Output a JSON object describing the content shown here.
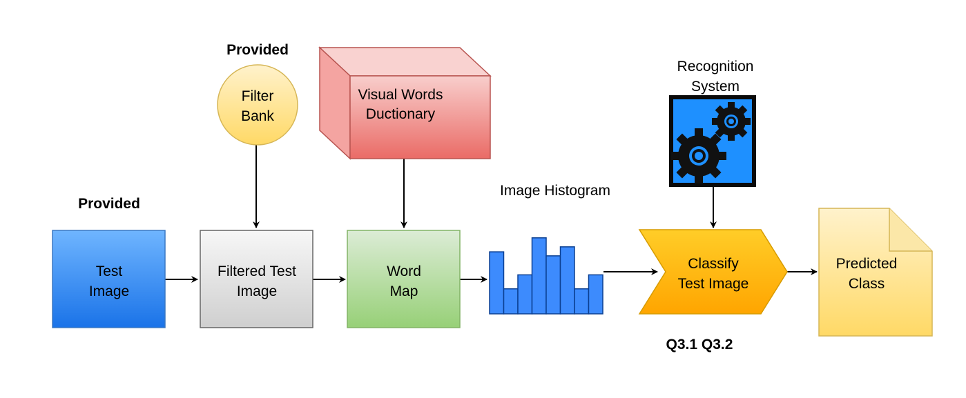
{
  "nodes": {
    "test_image": {
      "line1": "Test",
      "line2": "Image"
    },
    "filter_bank": {
      "line1": "Filter",
      "line2": "Bank"
    },
    "filtered_test_image": {
      "line1": "Filtered Test",
      "line2": "Image"
    },
    "visual_words": {
      "line1": "Visual Words",
      "line2": "Ductionary"
    },
    "word_map": {
      "line1": "Word",
      "line2": "Map"
    },
    "image_histogram": {
      "label": "Image Histogram"
    },
    "recognition_system": {
      "line1": "Recognition",
      "line2": "System"
    },
    "classify": {
      "line1": "Classify",
      "line2": "Test Image"
    },
    "predicted_class": {
      "line1": "Predicted",
      "line2": "Class"
    }
  },
  "annotations": {
    "provided_filter_bank": "Provided",
    "provided_test_image": "Provided",
    "questions": "Q3.1 Q3.2"
  },
  "histogram_bars": [
    0.62,
    0.25,
    0.39,
    0.76,
    0.58,
    0.67,
    0.25,
    0.39
  ],
  "colors": {
    "test_image": "#1a73e8",
    "filter_bank": "#ffd966",
    "filtered_test_image": "#d9d9d9",
    "visual_words": "#ea6b66",
    "word_map": "#97d077",
    "histogram": "#3d8bfd",
    "recognition_system": "#1e90ff",
    "classify": "#ffa500",
    "predicted_class": "#fff2cc"
  },
  "icons": {
    "recognition_system": "gears-icon"
  }
}
